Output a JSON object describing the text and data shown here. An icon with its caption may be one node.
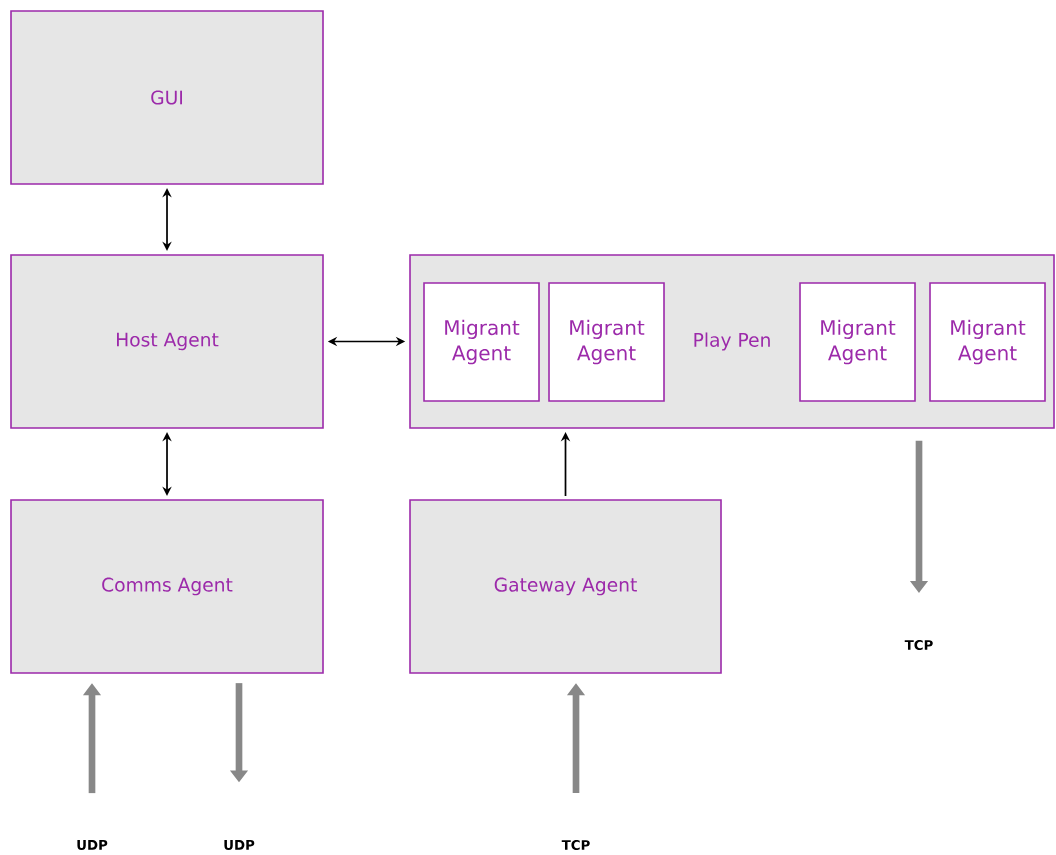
{
  "diagram": {
    "nodes": [
      {
        "text": [
          "GUI"
        ]
      },
      {
        "text": [
          "Host Agent"
        ]
      },
      {
        "text": [
          "Play Pen"
        ]
      },
      {
        "text": [
          "Migrant Agent"
        ],
        "in": 2
      },
      {
        "text": [
          "Migrant Agent"
        ],
        "in": 2
      },
      {
        "text": [
          "Migrant Agent"
        ],
        "in": 2
      },
      {
        "text": [
          "Migrant Agent"
        ],
        "in": 2
      },
      {
        "text": [
          "Comms Agent"
        ]
      },
      {
        "text": [
          "Gateway Agent"
        ]
      },
      {
        "text": [
          "UDP"
        ]
      },
      {
        "text": [
          "UDP"
        ]
      },
      {
        "text": [
          "TCP"
        ]
      },
      {
        "text": [
          "TCP"
        ]
      }
    ],
    "edges": [
      {
        "from": 0,
        "to": 1,
        "arrow": "both"
      },
      {
        "from": 1,
        "to": 2,
        "arrow": "both"
      },
      {
        "from": 1,
        "to": 7,
        "arrow": "both"
      },
      {
        "from": 8,
        "to": 2,
        "arrow": "to"
      },
      {
        "from": 9,
        "to": 7,
        "arrow": "to",
        "style": "thick",
        "color": "#888888"
      },
      {
        "from": 7,
        "to": 10,
        "arrow": "to",
        "style": "thick",
        "color": "#888888"
      },
      {
        "from": 11,
        "to": 8,
        "arrow": "to",
        "style": "thick",
        "color": "#888888"
      },
      {
        "from": 2,
        "to": 12,
        "arrow": "to",
        "style": "thick",
        "color": "#888888"
      }
    ]
  }
}
